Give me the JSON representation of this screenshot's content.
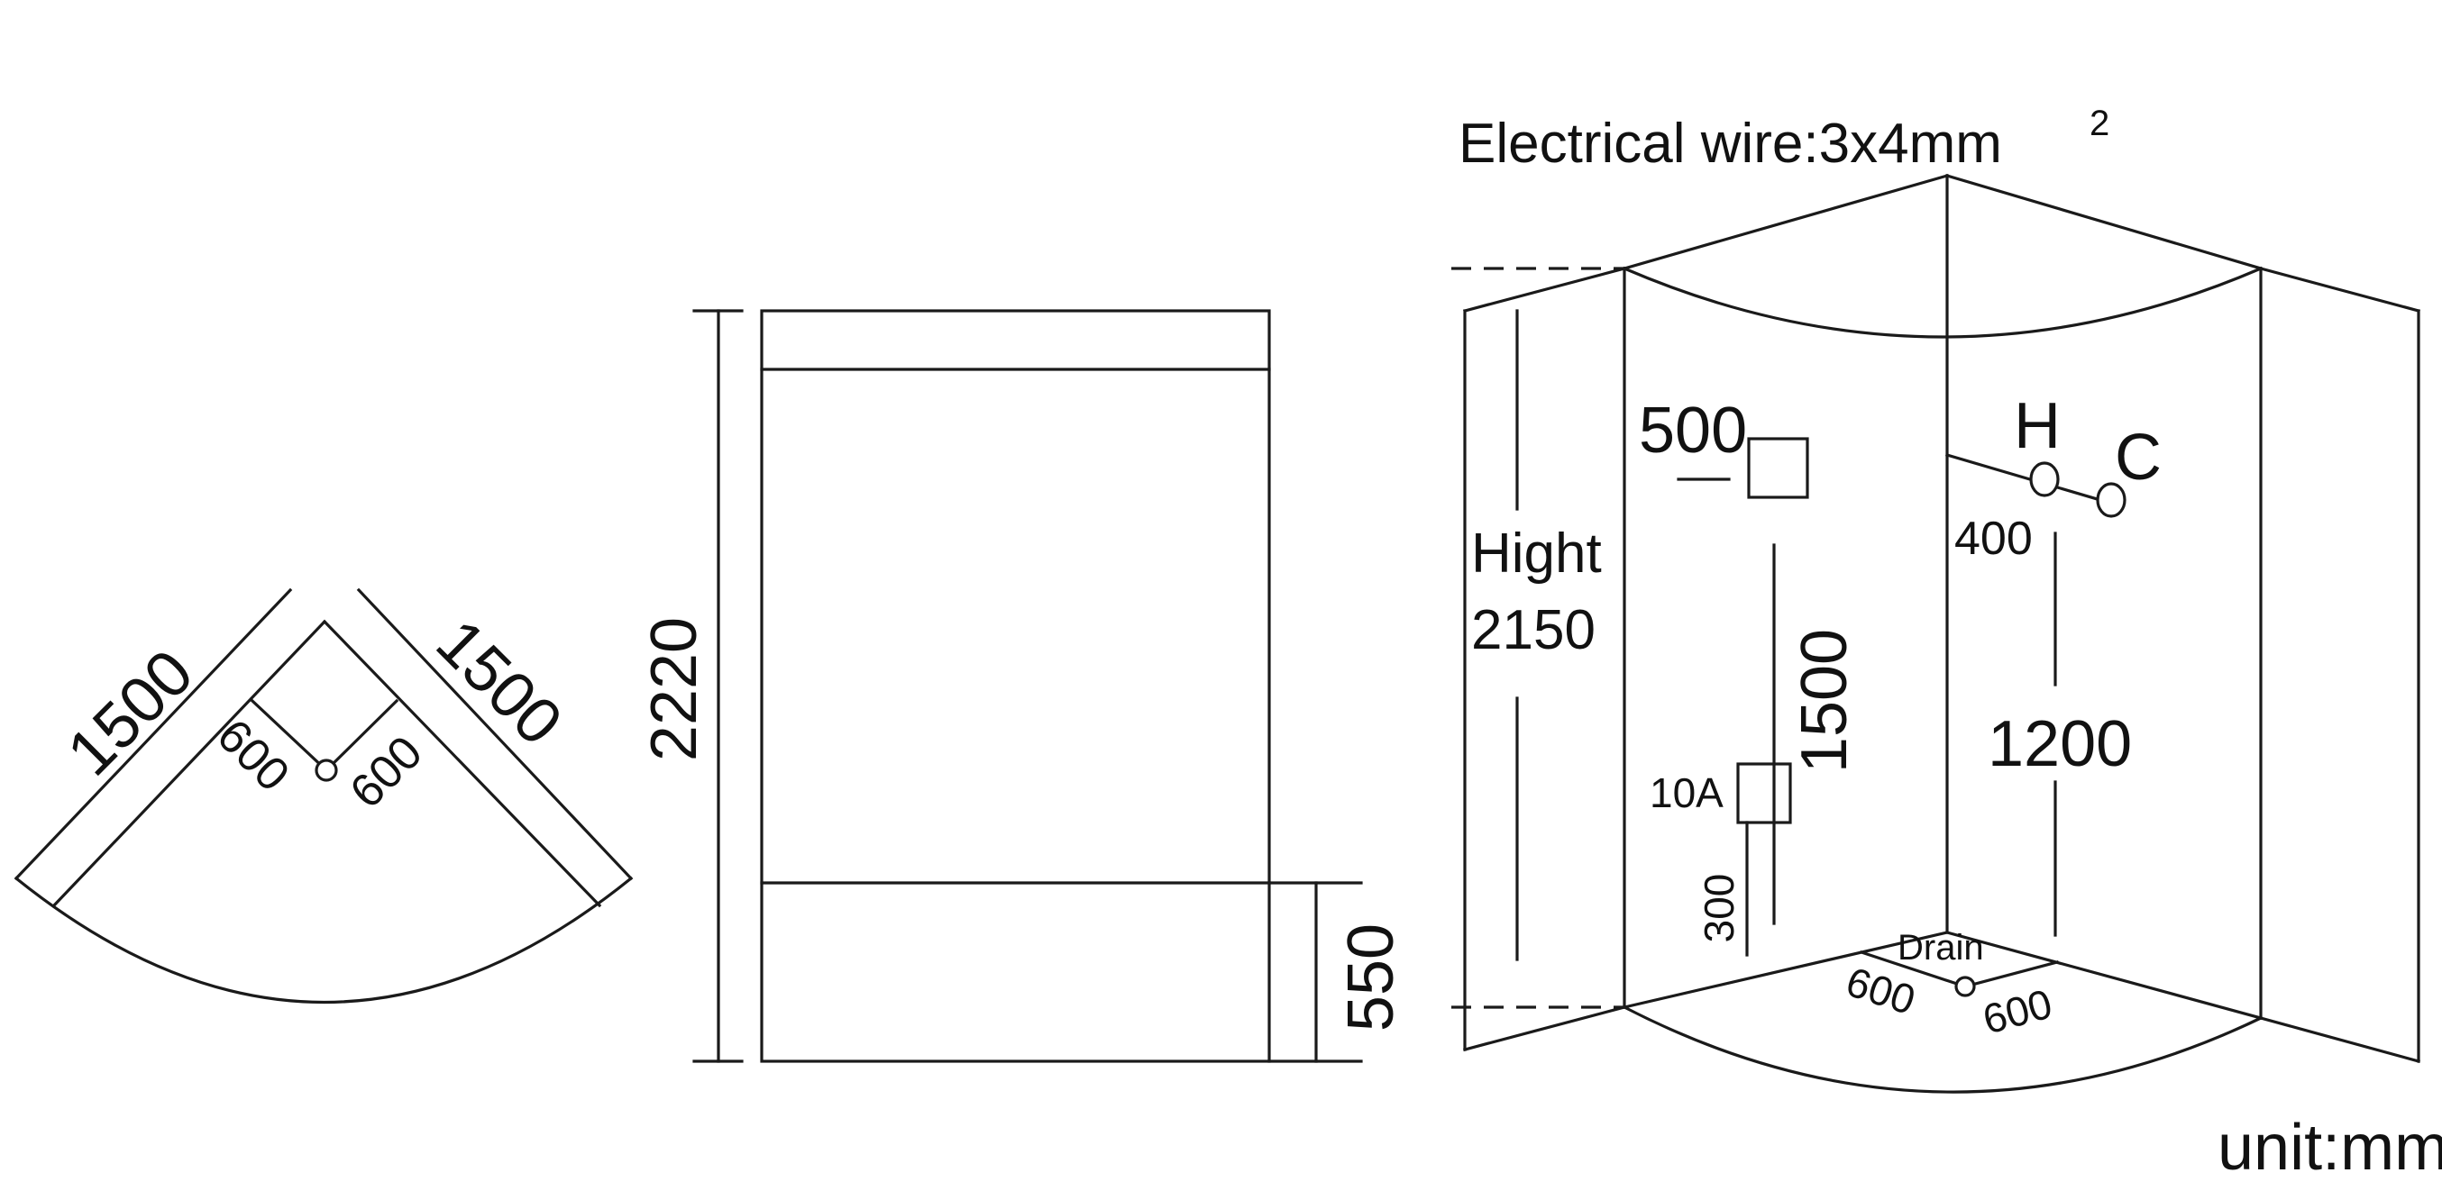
{
  "electrical_wire": {
    "label": "Electrical wire:3x4mm",
    "superscript": "2"
  },
  "unit": "unit:mm",
  "plan_view": {
    "side_a": "1500",
    "side_b": "1500",
    "corner_offset_a": "600",
    "corner_offset_b": "600"
  },
  "front_view": {
    "total_height": "2220",
    "base_height": "550"
  },
  "perspective_view": {
    "height_label": "Hight",
    "height_value": "2150",
    "box_top_label": "500",
    "socket_label": "10A",
    "socket_height": "300",
    "vertical_span": "1500",
    "hot_label": "H",
    "cold_label": "C",
    "valve_spacing": "400",
    "valve_height": "1200",
    "drain_label": "Drain",
    "drain_offset_a": "600",
    "drain_offset_b": "600"
  }
}
